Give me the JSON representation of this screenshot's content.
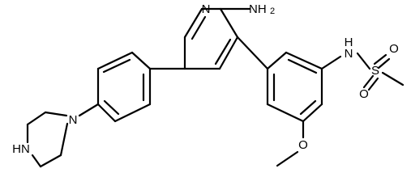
{
  "atom_labels": {
    "ring_n": "N",
    "amino_nh": "NH",
    "amino_sub": "2",
    "amide_h": "H",
    "amide_n": "N",
    "sulfur": "S",
    "oxo_top": "O",
    "oxo_bottom": "O",
    "methoxy_o": "O",
    "piperazine_n1": "N",
    "piperazine_nh": "HN"
  }
}
